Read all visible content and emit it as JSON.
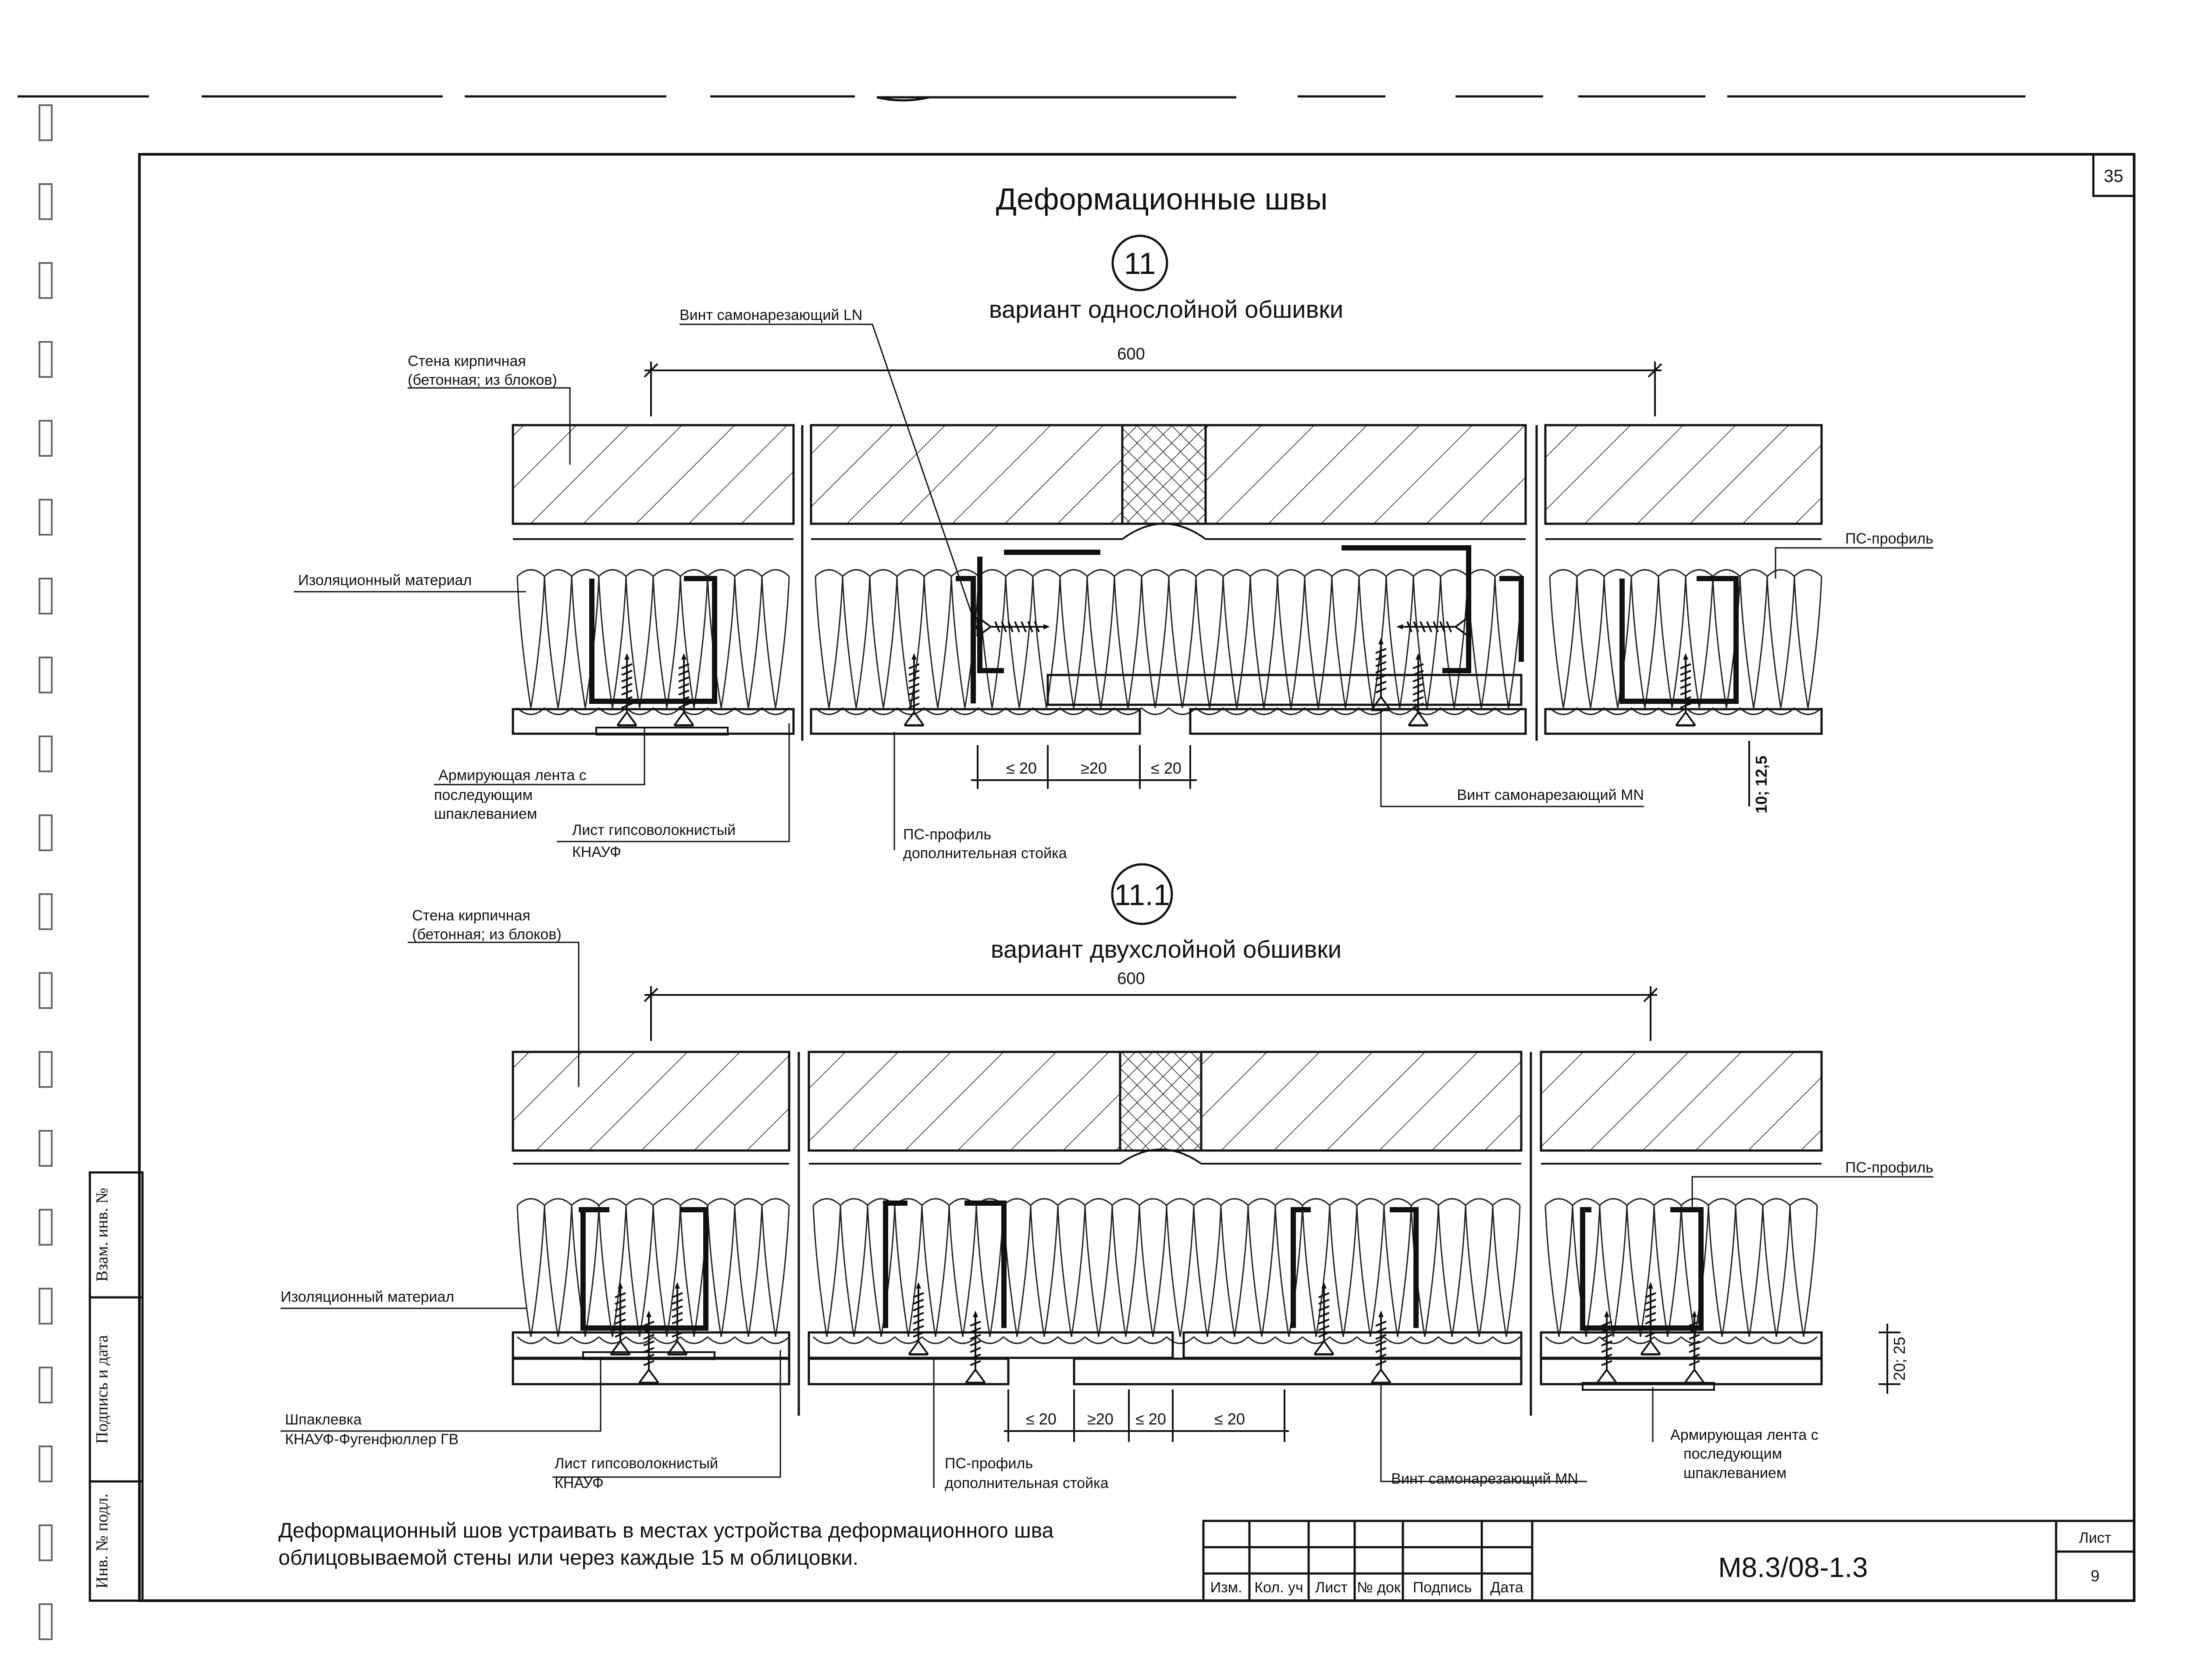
{
  "sheet": {
    "page_number": "35",
    "title": "Деформационные швы",
    "note_line1": "Деформационный шов устраивать в местах устройства деформационного шва",
    "note_line2": "облицовываемой стены или через каждые 15 м облицовки."
  },
  "detail11": {
    "number": "11",
    "subtitle": "вариант однослойной обшивки",
    "dim_main": "600",
    "dim_a": "≤ 20",
    "dim_b": "≥20",
    "dim_c": "≤ 20",
    "dim_thickness": "10; 12,5",
    "labels": {
      "wall_1": "Стена кирпичная",
      "wall_2": "(бетонная; из блоков)",
      "insulation": "Изоляционный материал",
      "screw_ln": "Винт самонарезающий LN",
      "ps_profile": "ПС-профиль",
      "tape_1": "Армирующая лента с",
      "tape_2": "последующим",
      "tape_3": "шпаклеванием",
      "sheet_1": "Лист гипсоволокнистый",
      "sheet_2": "КНАУФ",
      "extra_1": "ПС-профиль",
      "extra_2": "дополнительная стойка",
      "screw_mn": "Винт самонарезающий MN"
    }
  },
  "detail11_1": {
    "number": "11.1",
    "subtitle": "вариант двухслойной обшивки",
    "dim_main": "600",
    "dim_a": "≤ 20",
    "dim_b": "≥20",
    "dim_c": "≤ 20",
    "dim_d": "≤ 20",
    "dim_thickness": "20; 25",
    "labels": {
      "wall_1": "Стена кирпичная",
      "wall_2": "(бетонная; из блоков)",
      "insulation": "Изоляционный материал",
      "ps_profile": "ПС-профиль",
      "filler_1": "Шпаклевка",
      "filler_2": "КНАУФ-Фугенфюллер ГВ",
      "sheet_1": "Лист гипсоволокнистый",
      "sheet_2": "КНАУФ",
      "extra_1": "ПС-профиль",
      "extra_2": "дополнительная стойка",
      "screw_mn": "Винт самонарезающий MN",
      "tape_1": "Армирующая лента с",
      "tape_2": "последующим",
      "tape_3": "шпаклеванием"
    }
  },
  "side_stamp": {
    "f1": "Взам. инв. №",
    "f2": "Подпись и дата",
    "f3": "Инв. № подл."
  },
  "title_block": {
    "col1": "Изм.",
    "col2": "Кол. уч",
    "col3": "Лист",
    "col4": "№ док",
    "col5": "Подпись",
    "col6": "Дата",
    "code": "М8.3/08-1.3",
    "sheet_label": "Лист",
    "sheet_no": "9"
  }
}
